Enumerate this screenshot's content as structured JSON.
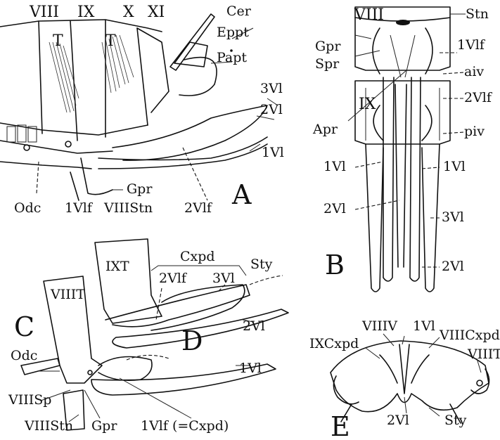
{
  "panels": {
    "A": {
      "letter": "A",
      "segments": [
        "VIII",
        "IX",
        "X",
        "XI"
      ],
      "tergite_labels": [
        "T",
        "T"
      ],
      "labels": {
        "cer": "Cer",
        "eppt": "Eppt",
        "papt": "Papt",
        "v3": "3Vl",
        "v2": "2Vl",
        "v1": "1Vl",
        "gpr": "Gpr",
        "odc": "Odc",
        "vlf1": "1Vlf",
        "viiistn": "VIIIStn",
        "vlf2": "2Vlf"
      }
    },
    "B": {
      "letter": "B",
      "segments": [
        "VIII",
        "IX"
      ],
      "labels": {
        "stn": "Stn",
        "vlf1": "1Vlf",
        "gpr": "Gpr",
        "spr": "Spr",
        "aiv": "aiv",
        "vlf2": "2Vlf",
        "apr": "Apr",
        "piv": "piv",
        "v1_left": "1Vl",
        "v1_right": "1Vl",
        "v2_left": "2Vl",
        "v3": "3Vl",
        "v2_bottom": "2Vl"
      }
    },
    "CD": {
      "letter_c": "C",
      "letter_d": "D",
      "labels": {
        "ixt": "IXT",
        "cxpd": "Cxpd",
        "sty": "Sty",
        "vlf2": "2Vlf",
        "v3": "3Vl",
        "viiit": "VIIIT",
        "v2": "2Vl",
        "odc": "Odc",
        "viiisp": "VIIISp",
        "v1": "1Vl",
        "viiistn": "VIIIStn",
        "gpr": "Gpr",
        "vlf1": "1Vlf (=Cxpd)"
      }
    },
    "E": {
      "letter": "E",
      "labels": {
        "ixcxpd": "IXCxpd",
        "viiiv": "VIIIV",
        "v1": "1Vl",
        "viiicxpd": "VIIICxpd",
        "viiit": "VIIIT",
        "v2": "2Vl",
        "sty": "Sty"
      }
    }
  }
}
